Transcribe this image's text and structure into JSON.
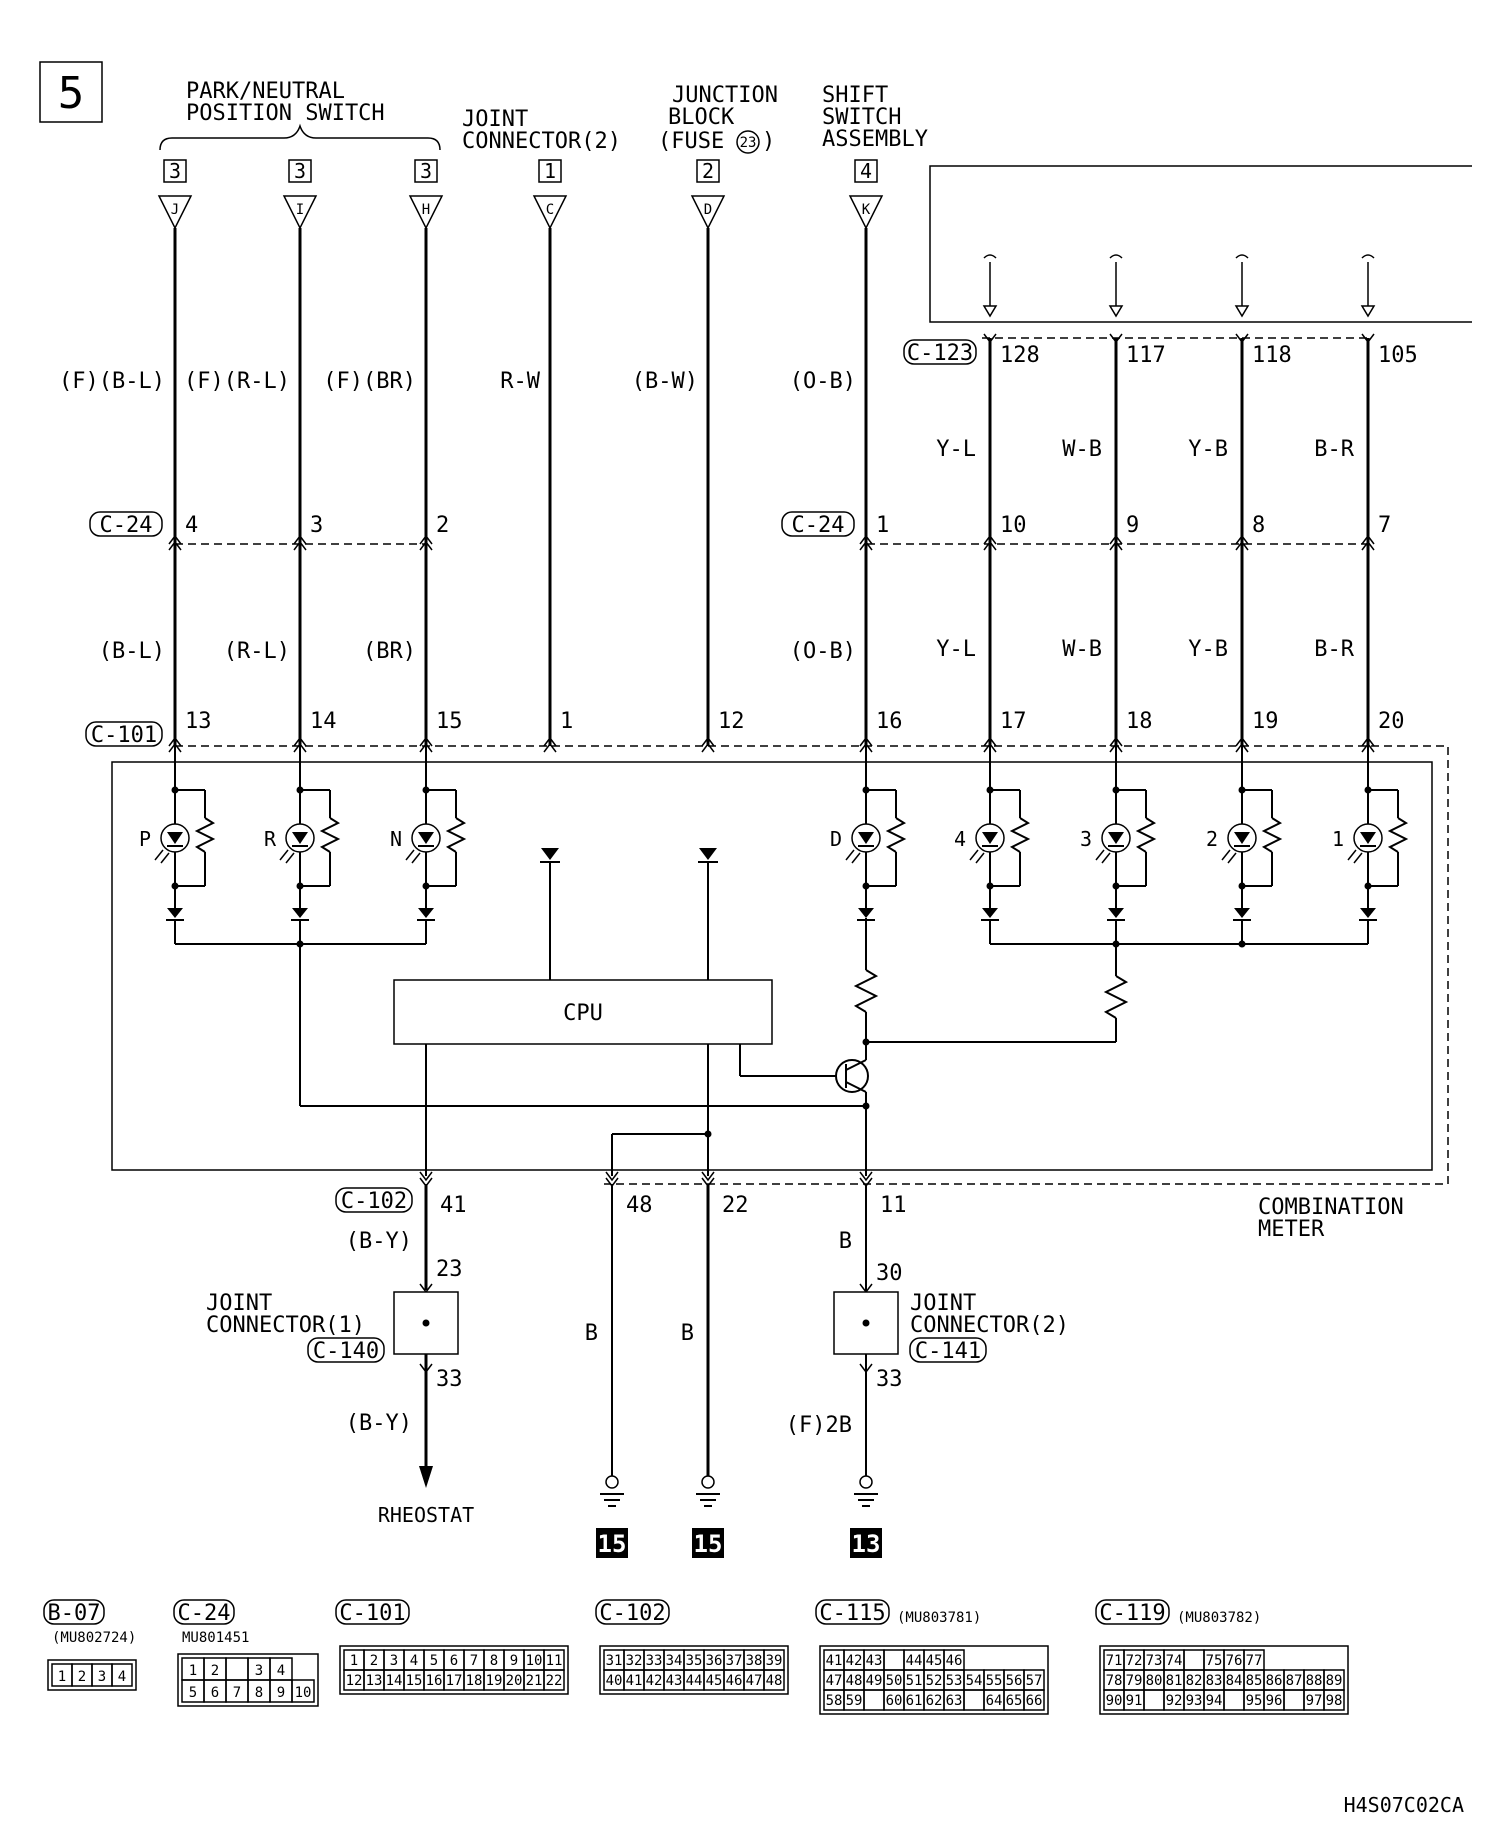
{
  "page_number": "5",
  "footer_code": "H4S07C02CA",
  "top_components": {
    "park_neutral_line1": "PARK/NEUTRAL",
    "park_neutral_line2": "POSITION SWITCH",
    "joint_conn2_line1": "JOINT",
    "joint_conn2_line2": "CONNECTOR(2)",
    "junction_line1": "JUNCTION",
    "junction_line2": "BLOCK",
    "junction_line3": "(FUSE",
    "fuse_number": "23",
    "junction_close": ")",
    "shift_line1": "SHIFT",
    "shift_line2": "SWITCH",
    "shift_line3": "ASSEMBLY"
  },
  "top_terminals": [
    {
      "num": "3",
      "letter": "J",
      "wire": "(F)(B-L)",
      "c24_pin": "4",
      "lower_wire": "(B-L)",
      "c101_pin": "13",
      "lamp": "P"
    },
    {
      "num": "3",
      "letter": "I",
      "wire": "(F)(R-L)",
      "c24_pin": "3",
      "lower_wire": "(R-L)",
      "c101_pin": "14",
      "lamp": "R"
    },
    {
      "num": "3",
      "letter": "H",
      "wire": "(F)(BR)",
      "c24_pin": "2",
      "lower_wire": "(BR)",
      "c101_pin": "15",
      "lamp": "N"
    },
    {
      "num": "1",
      "letter": "C",
      "wire": "R-W",
      "c101_pin": "1"
    },
    {
      "num": "2",
      "letter": "D",
      "wire": "(B-W)",
      "c101_pin": "12"
    },
    {
      "num": "4",
      "letter": "K",
      "wire": "(O-B)",
      "c24_pin": "1",
      "lower_wire": "(O-B)",
      "c101_pin": "16",
      "lamp": "D"
    }
  ],
  "shift_assembly_wires": [
    {
      "c123_pin": "128",
      "wire": "Y-L",
      "c24_pin": "10",
      "lower_wire": "Y-L",
      "c101_pin": "17",
      "lamp": "4"
    },
    {
      "c123_pin": "117",
      "wire": "W-B",
      "c24_pin": "9",
      "lower_wire": "W-B",
      "c101_pin": "18",
      "lamp": "3"
    },
    {
      "c123_pin": "118",
      "wire": "Y-B",
      "c24_pin": "8",
      "lower_wire": "Y-B",
      "c101_pin": "19",
      "lamp": "2"
    },
    {
      "c123_pin": "105",
      "wire": "B-R",
      "c24_pin": "7",
      "lower_wire": "B-R",
      "c101_pin": "20",
      "lamp": "1"
    }
  ],
  "connectors": {
    "c123": "C-123",
    "c24": "C-24",
    "c101": "C-101",
    "c102": "C-102",
    "c140": "C-140",
    "c141": "C-141"
  },
  "cpu_label": "CPU",
  "combination_meter_line1": "COMBINATION",
  "combination_meter_line2": "METER",
  "bottom_wires": {
    "rheostat_pin": "41",
    "rheostat_wire1": "(B-Y)",
    "jc1_in": "23",
    "jc1_line1": "JOINT",
    "jc1_line2": "CONNECTOR(1)",
    "jc1_out": "33",
    "rheostat_wire2": "(B-Y)",
    "rheostat_label": "RHEOSTAT",
    "gnd1_pin": "48",
    "gnd1_wire": "B",
    "gnd1_num": "15",
    "gnd2_pin": "22",
    "gnd2_wire": "B",
    "gnd2_num": "15",
    "gnd3_pin": "11",
    "gnd3_wire1": "B",
    "jc2_in": "30",
    "jc2_line1": "JOINT",
    "jc2_line2": "CONNECTOR(2)",
    "jc2_out": "33",
    "gnd3_wire2": "(F)2B",
    "gnd3_num": "13"
  },
  "connector_views": [
    {
      "id": "B-07",
      "part": "(MU802724)",
      "rows": [
        [
          "1",
          "2",
          "3",
          "4"
        ]
      ]
    },
    {
      "id": "C-24",
      "part": "MU801451",
      "rows": [
        [
          "1",
          "2",
          "",
          "3",
          "4"
        ],
        [
          "5",
          "6",
          "7",
          "8",
          "9",
          "10"
        ]
      ]
    },
    {
      "id": "C-101",
      "part": "",
      "rows": [
        [
          "1",
          "2",
          "3",
          "4",
          "5",
          "6",
          "7",
          "8",
          "9",
          "10",
          "11"
        ],
        [
          "12",
          "13",
          "14",
          "15",
          "16",
          "17",
          "18",
          "19",
          "20",
          "21",
          "22"
        ]
      ]
    },
    {
      "id": "C-102",
      "part": "",
      "rows": [
        [
          "31",
          "32",
          "33",
          "34",
          "35",
          "36",
          "37",
          "38",
          "39"
        ],
        [
          "40",
          "41",
          "42",
          "43",
          "44",
          "45",
          "46",
          "47",
          "48"
        ]
      ]
    },
    {
      "id": "C-115",
      "part": "(MU803781)",
      "rows": [
        [
          "41",
          "42",
          "43",
          "",
          "44",
          "45",
          "46"
        ],
        [
          "47",
          "48",
          "49",
          "50",
          "51",
          "52",
          "53",
          "54",
          "55",
          "56",
          "57"
        ],
        [
          "58",
          "59",
          "",
          "60",
          "61",
          "62",
          "63",
          "",
          "64",
          "65",
          "66"
        ]
      ]
    },
    {
      "id": "C-119",
      "part": "(MU803782)",
      "rows": [
        [
          "71",
          "72",
          "73",
          "74",
          "",
          "75",
          "76",
          "77"
        ],
        [
          "78",
          "79",
          "80",
          "81",
          "82",
          "83",
          "84",
          "85",
          "86",
          "87",
          "88",
          "89"
        ],
        [
          "90",
          "91",
          "",
          "92",
          "93",
          "94",
          "",
          "95",
          "96",
          "",
          "97",
          "98"
        ]
      ]
    }
  ]
}
